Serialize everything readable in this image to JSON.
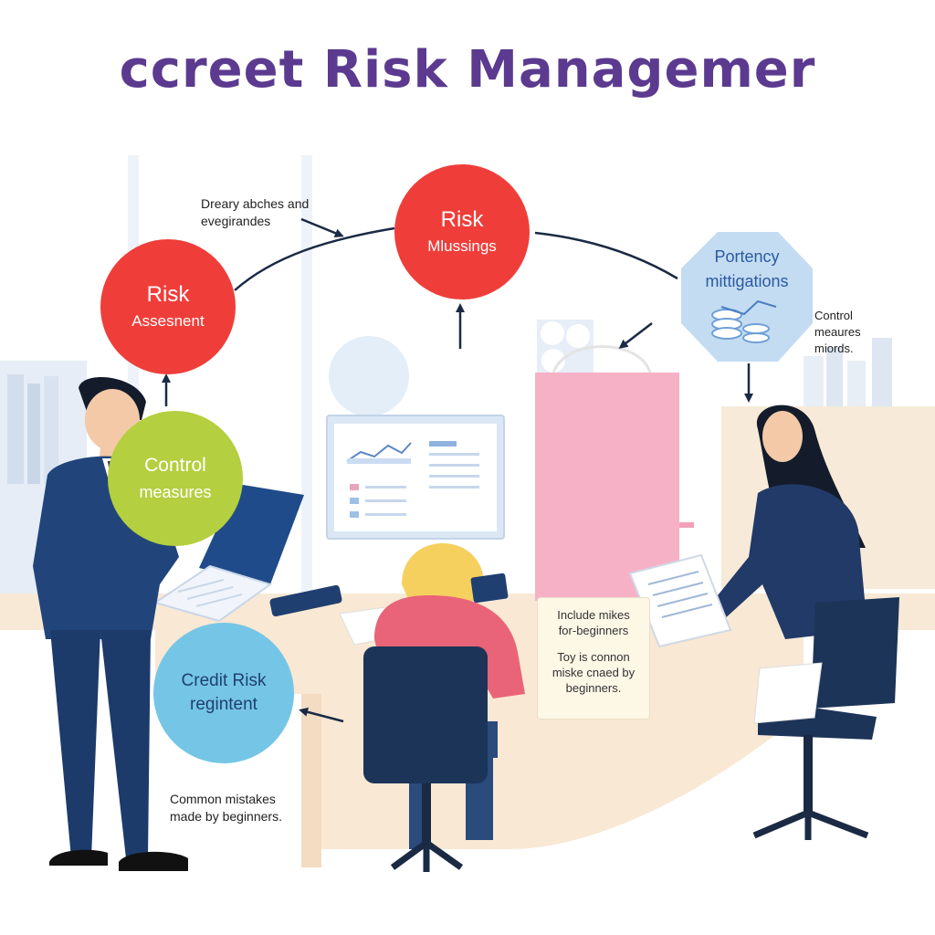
{
  "title": "ccreet Risk Managemer",
  "nodes": {
    "risk_assessment": {
      "line1": "Risk",
      "line2": "Assesnent"
    },
    "risk_mlussings": {
      "line1": "Risk",
      "line2": "Mlussings"
    },
    "portency": {
      "line1": "Portency",
      "line2": "mittigations"
    },
    "control_measures": {
      "line1": "Control",
      "line2": "measures"
    },
    "credit_risk": {
      "line1": "Credit Risk",
      "line2": "regintent"
    }
  },
  "notes": {
    "top_left": {
      "line1": "Dreary abches and",
      "line2": "evegirandes"
    },
    "right": {
      "line1": "Control",
      "line2": "meaures",
      "line3": "miords."
    },
    "bottom_left": {
      "line1": "Common mistakes",
      "line2": "made by beginners."
    }
  },
  "sticky": {
    "line1": "Include mikes",
    "line2": "for-beginners",
    "line3": "Toy is connon",
    "line4": "miske cnaed by",
    "line5": "beginners."
  },
  "colors": {
    "title": "#5b3a8f",
    "risk_red": "#ef3e3a",
    "control_green": "#b4cf3f",
    "credit_blue": "#75c6e6",
    "portency_blue": "#c3dcf2",
    "suit_navy": "#1f3f70",
    "connector": "#1a2a44"
  }
}
